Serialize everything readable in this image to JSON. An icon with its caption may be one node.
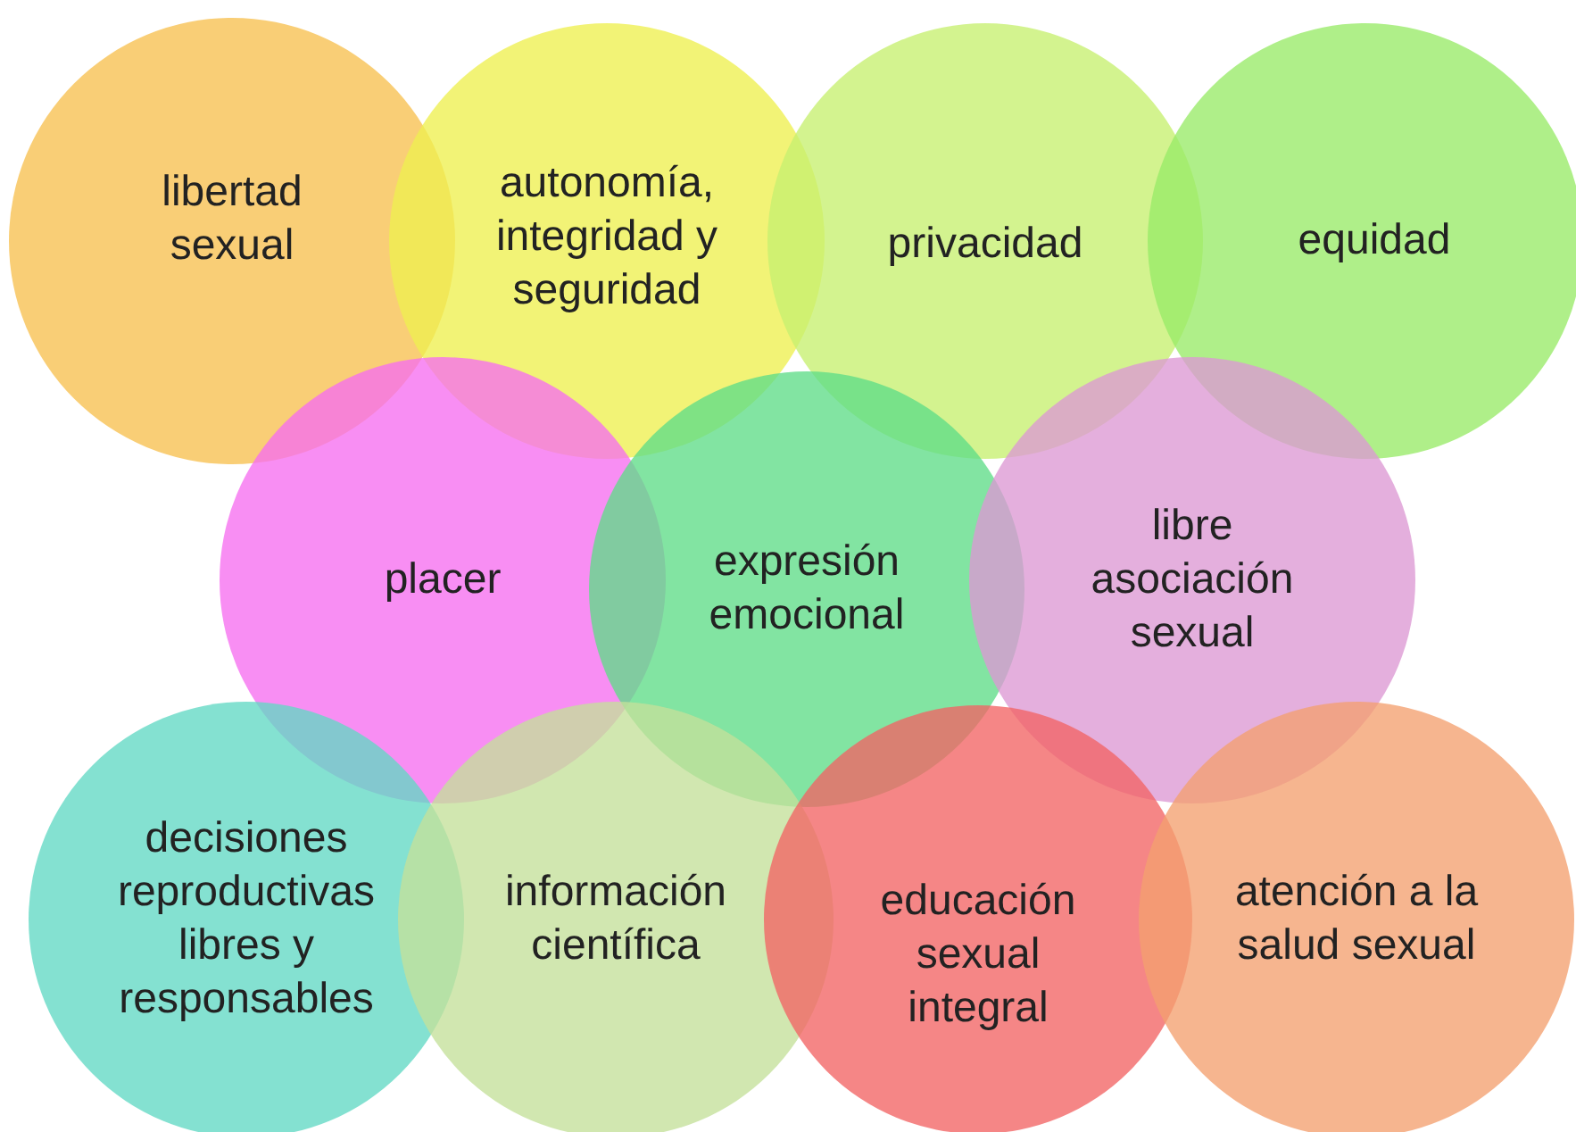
{
  "diagram": {
    "nodes": [
      {
        "text": [
          "libertad sexual"
        ]
      },
      {
        "text": [
          "autonomía, integridad y seguridad"
        ]
      },
      {
        "text": [
          "privacidad"
        ]
      },
      {
        "text": [
          "equidad"
        ]
      },
      {
        "text": [
          "placer"
        ]
      },
      {
        "text": [
          "expresión emocional"
        ]
      },
      {
        "text": [
          "libre asociación sexual"
        ]
      },
      {
        "text": [
          "decisiones reproductivas libres y responsables"
        ]
      },
      {
        "text": [
          "información científica"
        ]
      },
      {
        "text": [
          "educación sexual integral"
        ]
      },
      {
        "text": [
          "atención a la salud sexual"
        ]
      }
    ]
  }
}
